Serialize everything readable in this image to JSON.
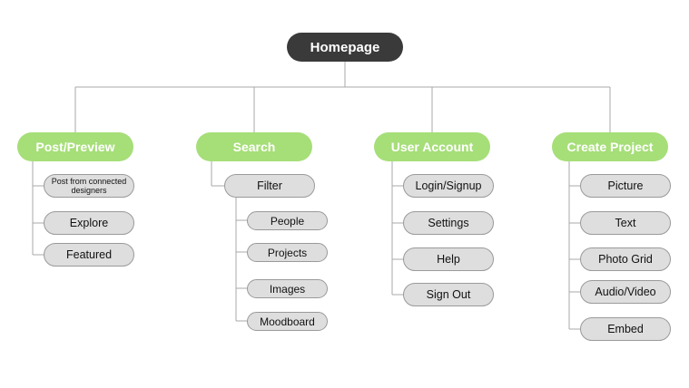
{
  "root": {
    "label": "Homepage"
  },
  "categories": [
    {
      "label": "Post/Preview",
      "items": [
        {
          "label": "Post from connected designers"
        },
        {
          "label": "Explore"
        },
        {
          "label": "Featured"
        }
      ]
    },
    {
      "label": "Search",
      "items": [
        {
          "label": "Filter"
        }
      ],
      "subitems": [
        {
          "label": "People"
        },
        {
          "label": "Projects"
        },
        {
          "label": "Images"
        },
        {
          "label": "Moodboard"
        }
      ]
    },
    {
      "label": "User Account",
      "items": [
        {
          "label": "Login/Signup"
        },
        {
          "label": "Settings"
        },
        {
          "label": "Help"
        },
        {
          "label": "Sign Out"
        }
      ]
    },
    {
      "label": "Create Project",
      "items": [
        {
          "label": "Picture"
        },
        {
          "label": "Text"
        },
        {
          "label": "Photo Grid"
        },
        {
          "label": "Audio/Video"
        },
        {
          "label": "Embed"
        }
      ]
    }
  ],
  "colors": {
    "root_fill": "#3a3a3a",
    "category_fill": "#a6de78",
    "leaf_fill": "#dedede",
    "leaf_border": "#9a9a9a",
    "connector": "#a8a8a8"
  }
}
